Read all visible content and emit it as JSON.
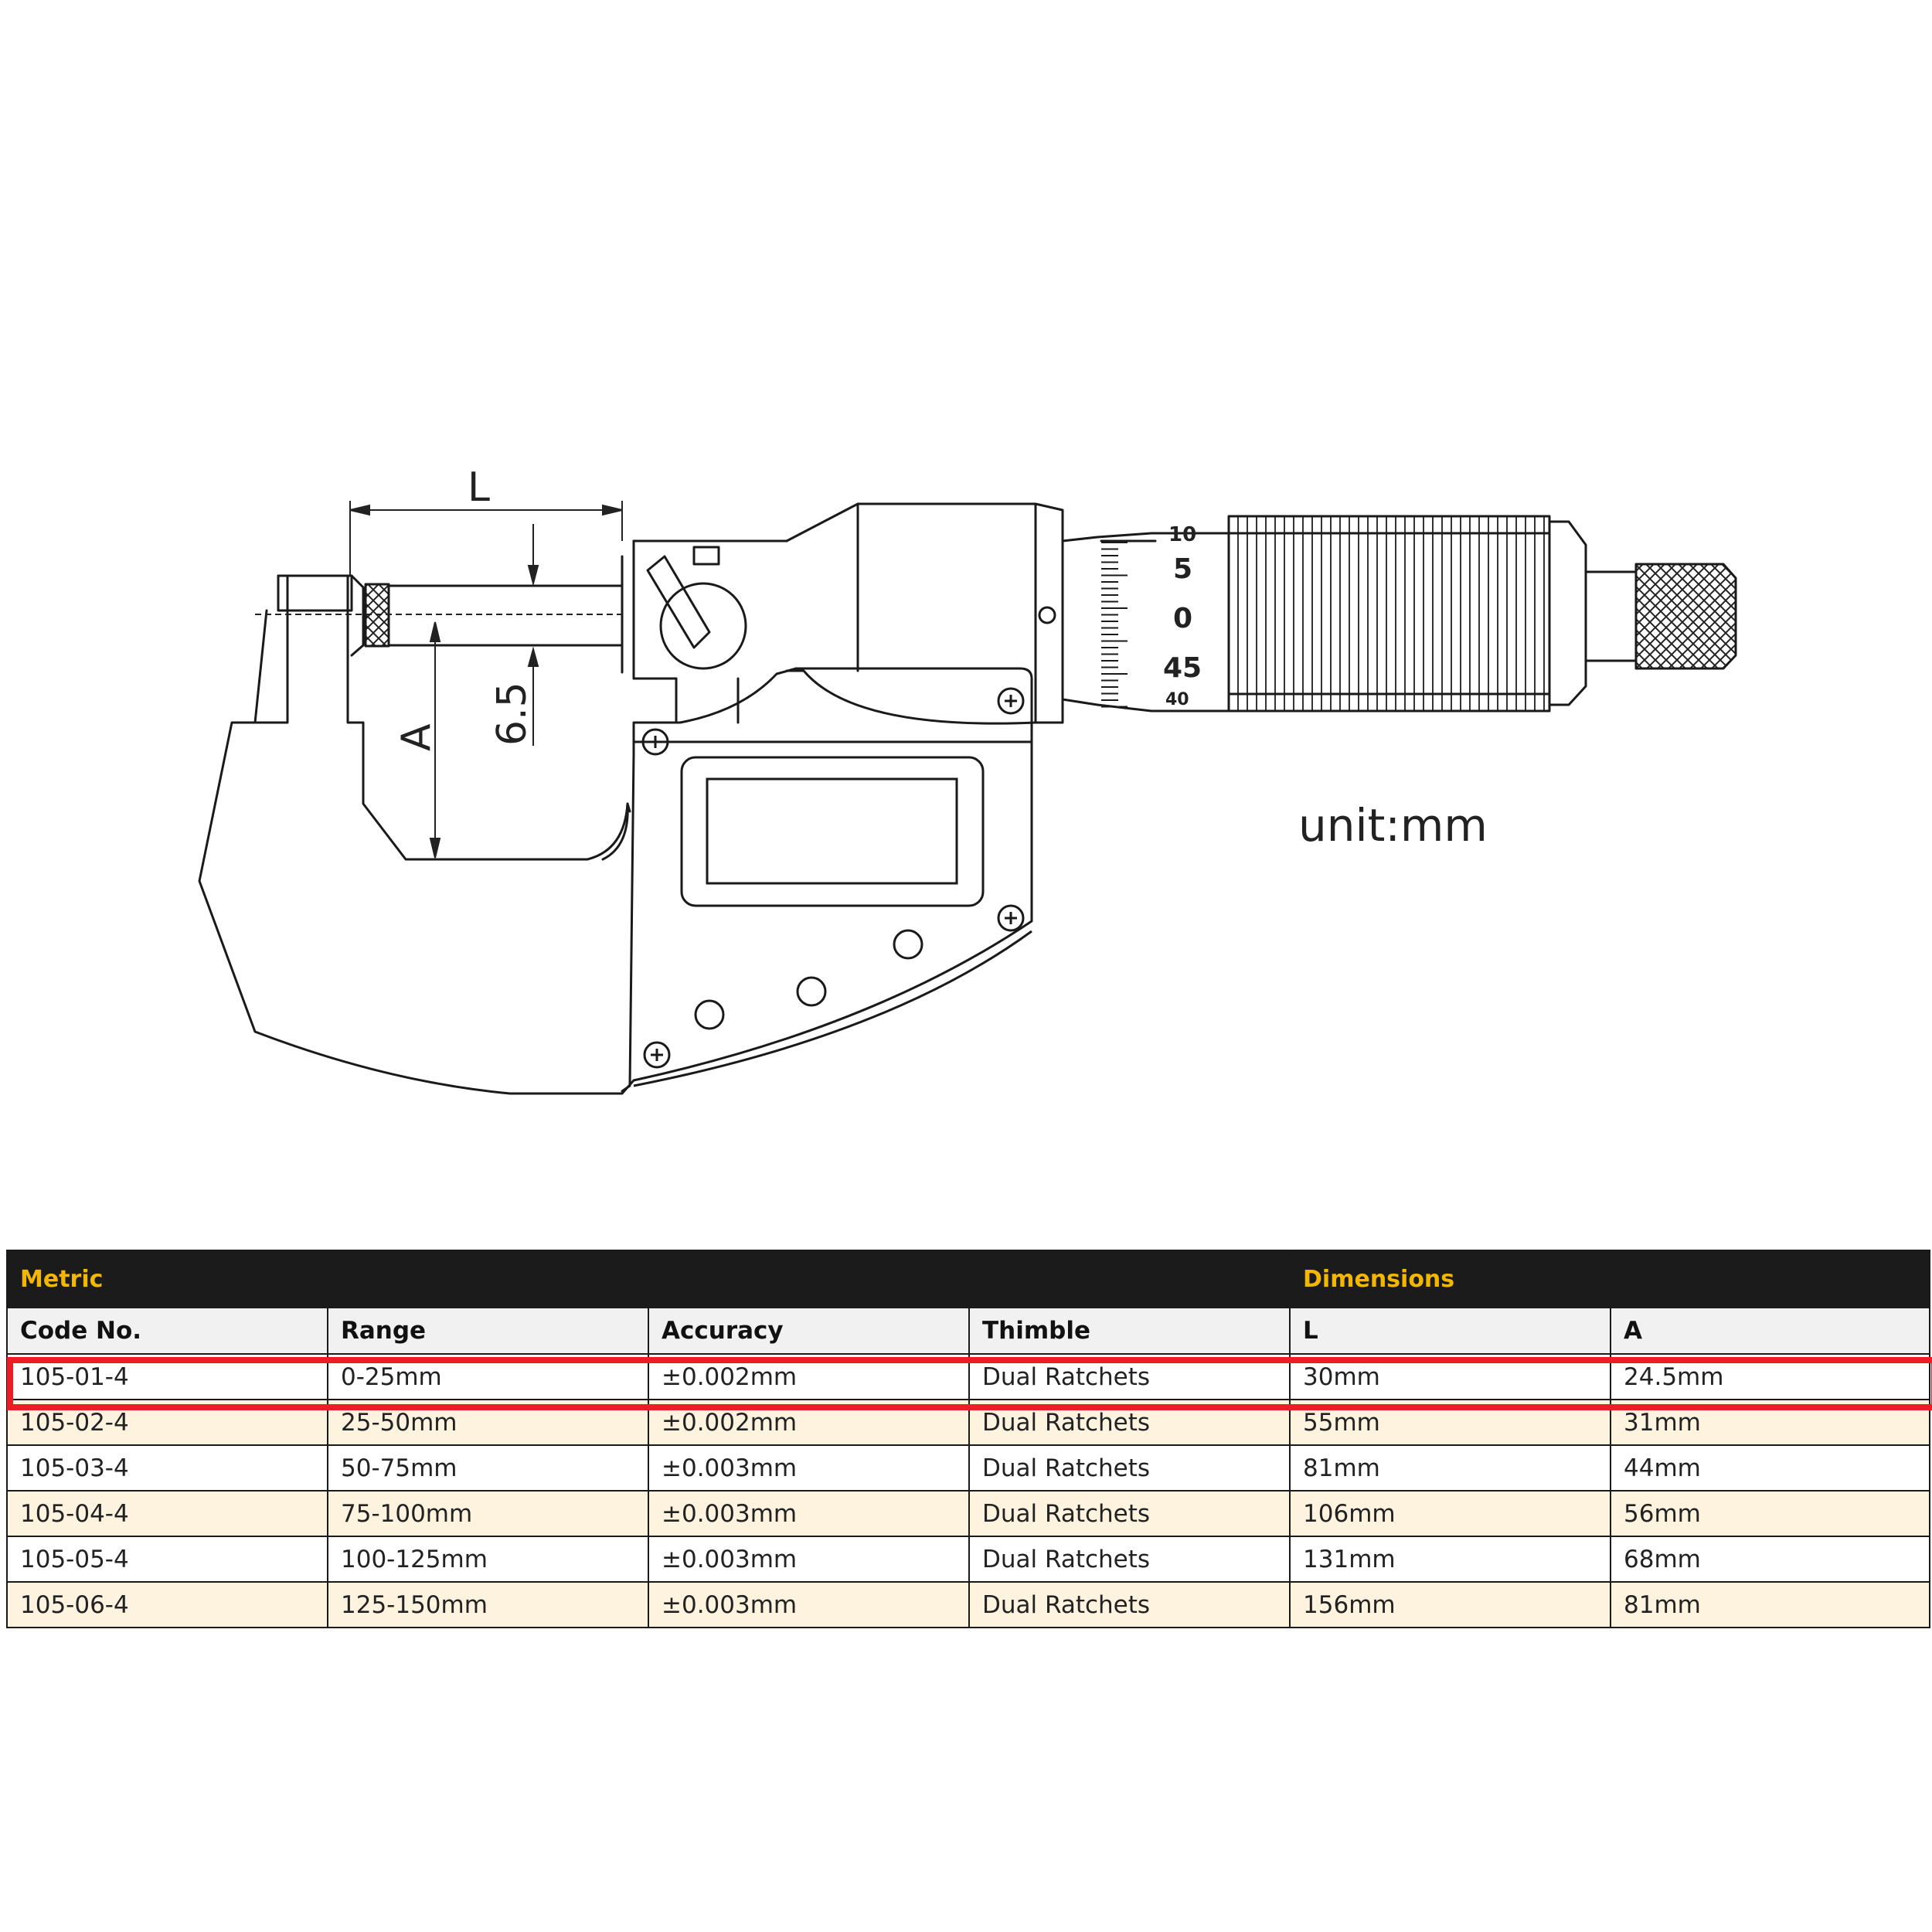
{
  "drawing": {
    "dimension_labels": {
      "length": "L",
      "height": "A",
      "offset": "6.5"
    },
    "thimble_numbers": [
      "10",
      "5",
      "0",
      "45",
      "40"
    ],
    "unit_label": "unit:mm"
  },
  "colors": {
    "header_bg": "#1b1b1b",
    "header_text": "#f2b705",
    "highlight": "#ee1c25",
    "even_row": "#fdf3df"
  },
  "table": {
    "group_headers": {
      "metric": "Metric",
      "dimensions": "Dimensions"
    },
    "columns": [
      "Code No.",
      "Range",
      "Accuracy",
      "Thimble",
      "L",
      "A"
    ],
    "rows": [
      [
        "105-01-4",
        "0-25mm",
        "±0.002mm",
        "Dual Ratchets",
        "30mm",
        "24.5mm"
      ],
      [
        "105-02-4",
        "25-50mm",
        "±0.002mm",
        "Dual Ratchets",
        "55mm",
        "31mm"
      ],
      [
        "105-03-4",
        "50-75mm",
        "±0.003mm",
        "Dual Ratchets",
        "81mm",
        "44mm"
      ],
      [
        "105-04-4",
        "75-100mm",
        "±0.003mm",
        "Dual Ratchets",
        "106mm",
        "56mm"
      ],
      [
        "105-05-4",
        "100-125mm",
        "±0.003mm",
        "Dual Ratchets",
        "131mm",
        "68mm"
      ],
      [
        "105-06-4",
        "125-150mm",
        "±0.003mm",
        "Dual Ratchets",
        "156mm",
        "81mm"
      ]
    ],
    "highlighted_row": 0
  }
}
